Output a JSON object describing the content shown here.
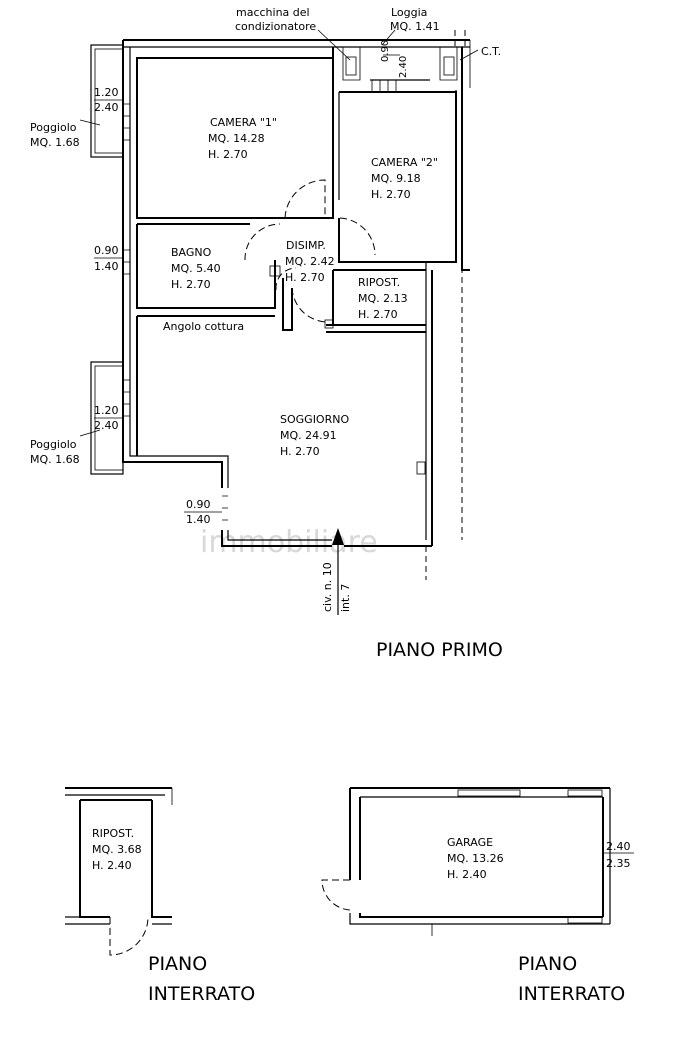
{
  "piano_primo": {
    "title": "PIANO PRIMO",
    "macchina_line1": "macchina del",
    "macchina_line2": "condizionatore",
    "loggia": {
      "name": "Loggia",
      "area": "MQ. 1.41",
      "w": "0.90",
      "h": "2.40"
    },
    "ct": "C.T.",
    "poggiolo_top": {
      "name": "Poggiolo",
      "area": "MQ. 1.68",
      "w": "1.20",
      "h": "2.40"
    },
    "poggiolo_bottom": {
      "name": "Poggiolo",
      "area": "MQ. 1.68",
      "w": "1.20",
      "h": "2.40"
    },
    "window_bagno": {
      "w": "0.90",
      "h": "1.40"
    },
    "window_soggiorno": {
      "w": "0.90",
      "h": "1.40"
    },
    "camera1": {
      "name": "CAMERA \"1\"",
      "area": "MQ. 14.28",
      "height": "H. 2.70"
    },
    "camera2": {
      "name": "CAMERA \"2\"",
      "area": "MQ. 9.18",
      "height": "H. 2.70"
    },
    "bagno": {
      "name": "BAGNO",
      "area": "MQ. 5.40",
      "height": "H. 2.70"
    },
    "disimp": {
      "name": "DISIMP.",
      "area": "MQ. 2.42",
      "height": "H. 2.70"
    },
    "ripost": {
      "name": "RIPOST.",
      "area": "MQ. 2.13",
      "height": "H. 2.70"
    },
    "angolo": "Angolo cottura",
    "soggiorno": {
      "name": "SOGGIORNO",
      "area": "MQ. 24.91",
      "height": "H. 2.70"
    },
    "entrance_civ": "civ. n. 10",
    "entrance_int": "int. 7"
  },
  "interrato_ripost": {
    "name": "RIPOST.",
    "area": "MQ. 3.68",
    "height": "H. 2.40",
    "title_line1": "PIANO",
    "title_line2": "INTERRATO"
  },
  "interrato_garage": {
    "name": "GARAGE",
    "area": "MQ. 13.26",
    "height": "H. 2.40",
    "w": "2.40",
    "h": "2.35",
    "title_line1": "PIANO",
    "title_line2": "INTERRATO"
  },
  "watermark": "immobiliare"
}
